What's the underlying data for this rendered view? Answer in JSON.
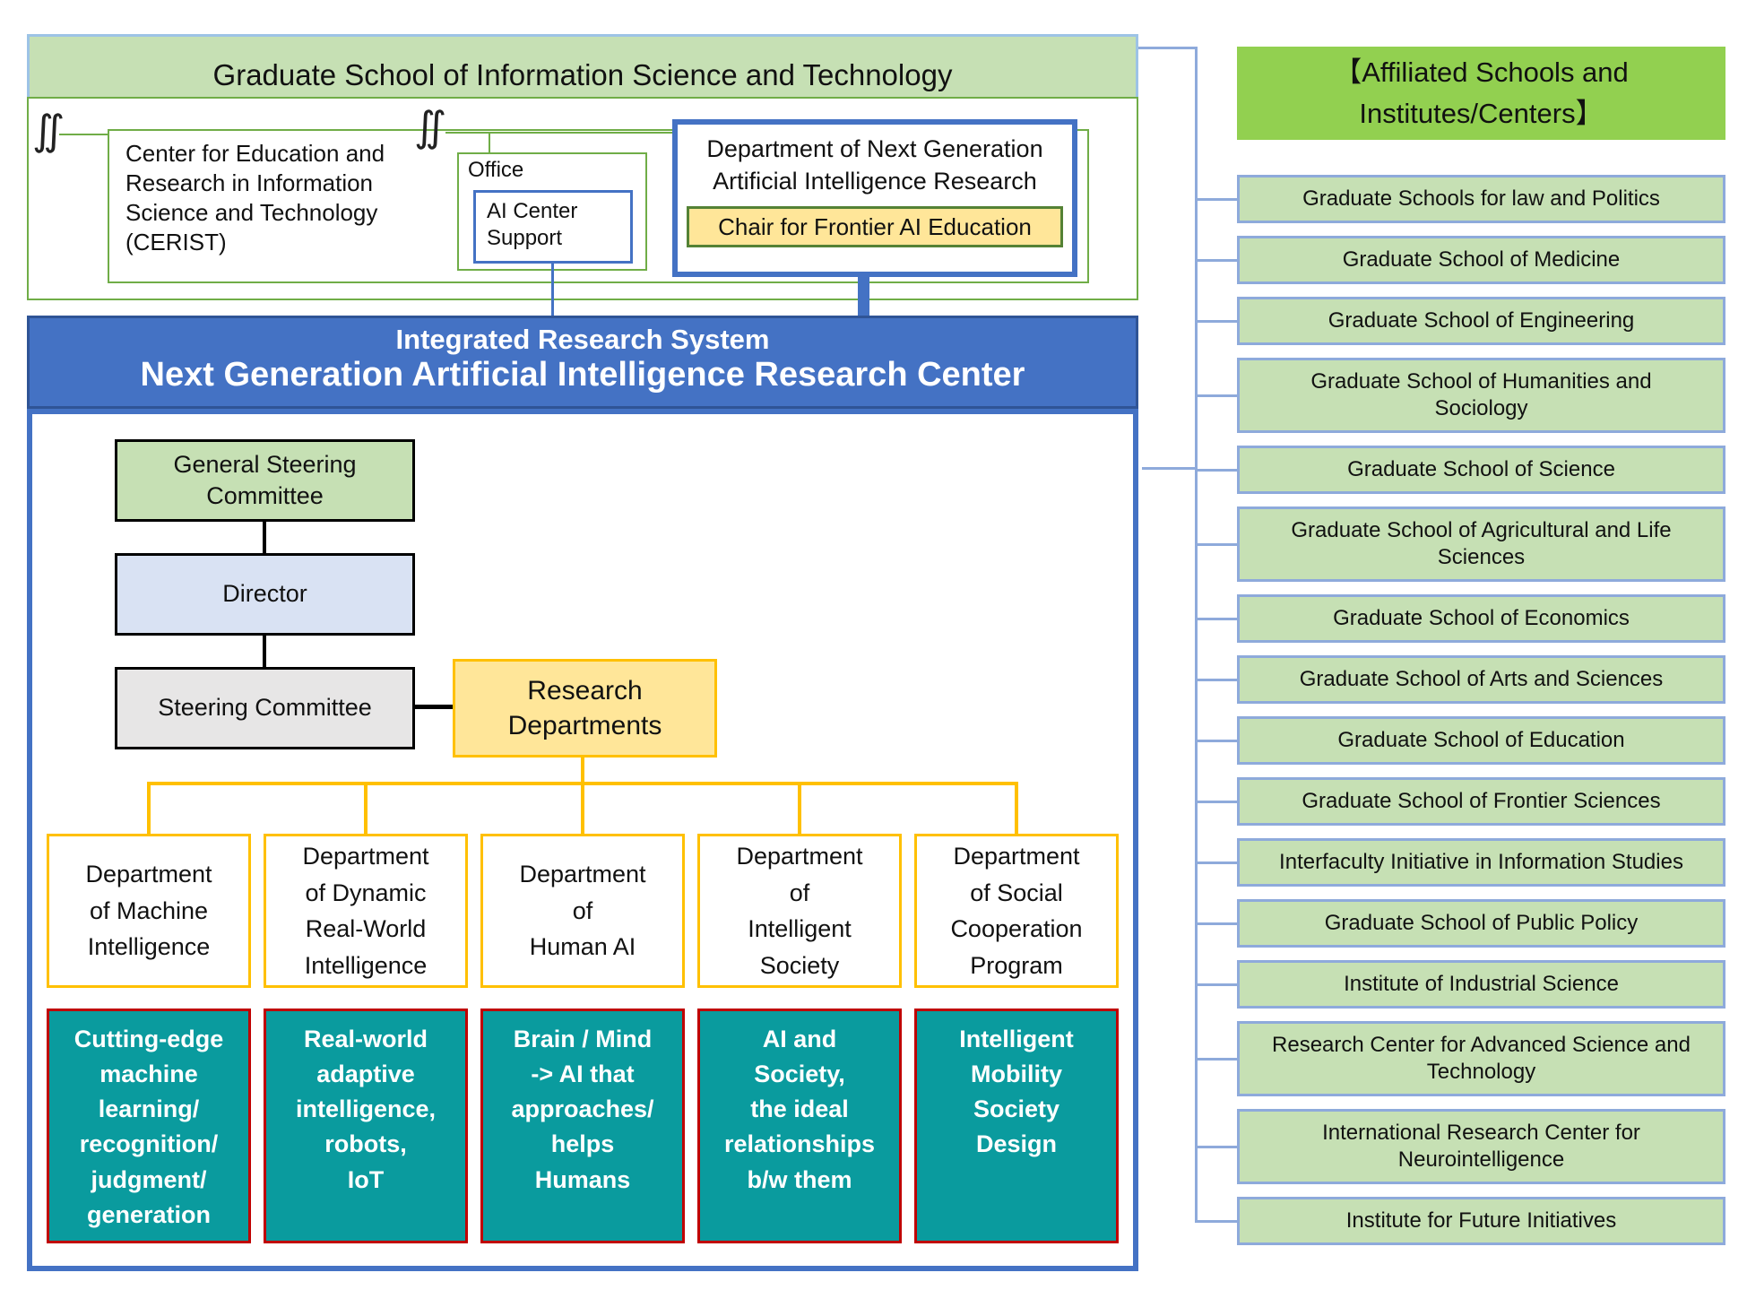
{
  "colors": {
    "accent_blue": "#4472C4",
    "dark_blue": "#2F5496",
    "light_blue_border": "#9DC3E6",
    "panel_connector_blue": "#8EAADB",
    "light_green_fill": "#C6E0B4",
    "bright_green_fill": "#92D050",
    "green_border": "#70AD47",
    "dark_green_border": "#548235",
    "yellow_fill": "#FFE699",
    "yellow_border": "#FFC000",
    "teal_fill": "#0A9B9E",
    "red_border": "#C00000",
    "director_fill": "#D9E2F3",
    "gray_fill": "#E7E6E6"
  },
  "top": {
    "school_title": "Graduate School of Information Science and Technology",
    "break_mark": "∬",
    "cerist": "Center for Education and\nResearch in Information\nScience and Technology\n (CERIST)",
    "office_label": "Office",
    "office_support": "AI Center\nSupport",
    "next_gen_department": "Department of Next Generation\nArtificial Intelligence Research",
    "chair": "Chair for Frontier AI Education"
  },
  "center": {
    "system_label": "Integrated Research System",
    "center_title": "Next Generation Artificial Intelligence Research Center",
    "general_steering_committee": "General Steering\nCommittee",
    "director": "Director",
    "steering_committee": "Steering Committee",
    "research_departments": "Research\nDepartments",
    "departments": [
      {
        "name": "Department\nof Machine\nIntelligence",
        "focus": "Cutting-edge\nmachine\nlearning/\nrecognition/\njudgment/\ngeneration"
      },
      {
        "name": "Department\nof Dynamic\nReal-World\nIntelligence",
        "focus": "Real-world\nadaptive\nintelligence,\nrobots,\nIoT"
      },
      {
        "name": "Department\nof\nHuman AI",
        "focus": "Brain / Mind\n-> AI that\napproaches/\nhelps\nHumans"
      },
      {
        "name": "Department\nof\nIntelligent\nSociety",
        "focus": "AI and\nSociety,\nthe ideal\nrelationships\nb/w them"
      },
      {
        "name": "Department\nof Social\nCooperation\nProgram",
        "focus": "Intelligent\nMobility\nSociety\nDesign"
      }
    ]
  },
  "affiliated": {
    "header": "【Affiliated Schools and\nInstitutes/Centers】",
    "items": [
      {
        "label": "Graduate Schools for law and Politics",
        "tall": false
      },
      {
        "label": "Graduate School of Medicine",
        "tall": false
      },
      {
        "label": "Graduate School of Engineering",
        "tall": false
      },
      {
        "label": "Graduate School of Humanities and Sociology",
        "tall": true
      },
      {
        "label": "Graduate School of Science",
        "tall": false
      },
      {
        "label": "Graduate School of Agricultural and Life Sciences",
        "tall": true
      },
      {
        "label": "Graduate School of Economics",
        "tall": false
      },
      {
        "label": "Graduate School of Arts and Sciences",
        "tall": false
      },
      {
        "label": "Graduate School of Education",
        "tall": false
      },
      {
        "label": "Graduate School of Frontier Sciences",
        "tall": false
      },
      {
        "label": "Interfaculty Initiative in Information Studies",
        "tall": false
      },
      {
        "label": "Graduate School of Public Policy",
        "tall": false
      },
      {
        "label": "Institute of Industrial Science",
        "tall": false
      },
      {
        "label": "Research Center for Advanced Science and Technology",
        "tall": true
      },
      {
        "label": "International Research Center for Neurointelligence",
        "tall": true
      },
      {
        "label": "Institute for Future Initiatives",
        "tall": false
      }
    ]
  }
}
